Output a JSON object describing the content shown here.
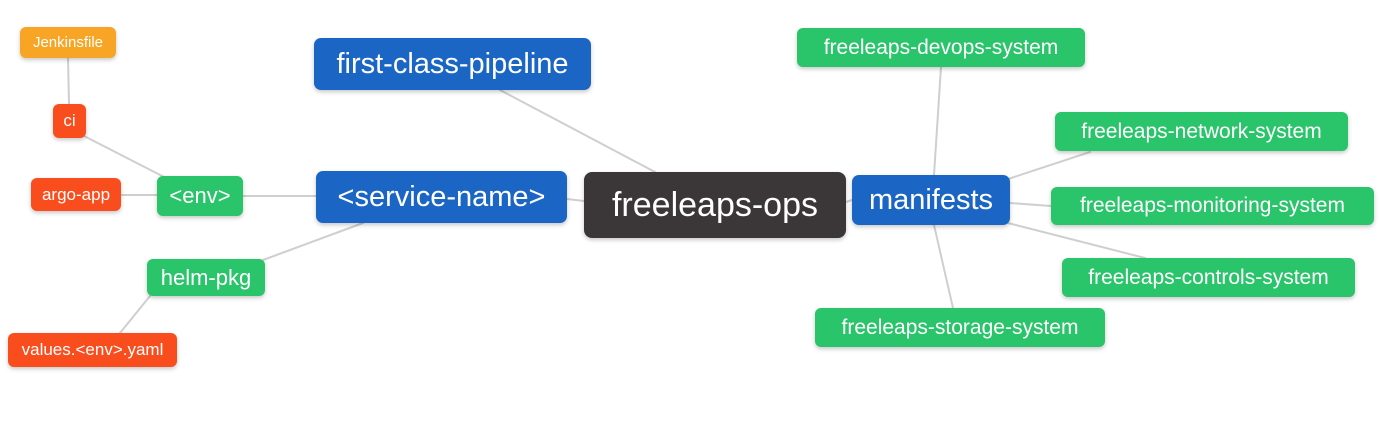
{
  "diagram": {
    "type": "mindmap",
    "root_label": "freeleaps-ops",
    "colors": {
      "root": "#3b3738",
      "branch": "#1b66c4",
      "leaf_green": "#2ac46a",
      "leaf_red": "#f94d1e",
      "leaf_orange": "#f8a425",
      "edge": "#cfcfcf",
      "text": "#ffffff",
      "background": "#ffffff"
    },
    "nodes": {
      "jenkinsfile": {
        "label": "Jenkinsfile"
      },
      "ci": {
        "label": "ci"
      },
      "argo_app": {
        "label": "argo-app"
      },
      "env": {
        "label": "<env>"
      },
      "helm_pkg": {
        "label": "helm-pkg"
      },
      "values_yaml": {
        "label": "values.<env>.yaml"
      },
      "pipeline": {
        "label": "first-class-pipeline"
      },
      "service": {
        "label": "<service-name>"
      },
      "root": {
        "label": "freeleaps-ops"
      },
      "manifests": {
        "label": "manifests"
      },
      "devops": {
        "label": "freeleaps-devops-system"
      },
      "network": {
        "label": "freeleaps-network-system"
      },
      "monitoring": {
        "label": "freeleaps-monitoring-system"
      },
      "controls": {
        "label": "freeleaps-controls-system"
      },
      "storage": {
        "label": "freeleaps-storage-system"
      }
    },
    "hierarchy": {
      "freeleaps-ops": {
        "first-class-pipeline": {},
        "<service-name>": {
          "<env>": {
            "argo-app": {},
            "ci": {
              "Jenkinsfile": {}
            }
          },
          "helm-pkg": {
            "values.<env>.yaml": {}
          }
        },
        "manifests": {
          "freeleaps-devops-system": {},
          "freeleaps-network-system": {},
          "freeleaps-monitoring-system": {},
          "freeleaps-controls-system": {},
          "freeleaps-storage-system": {}
        }
      }
    }
  }
}
